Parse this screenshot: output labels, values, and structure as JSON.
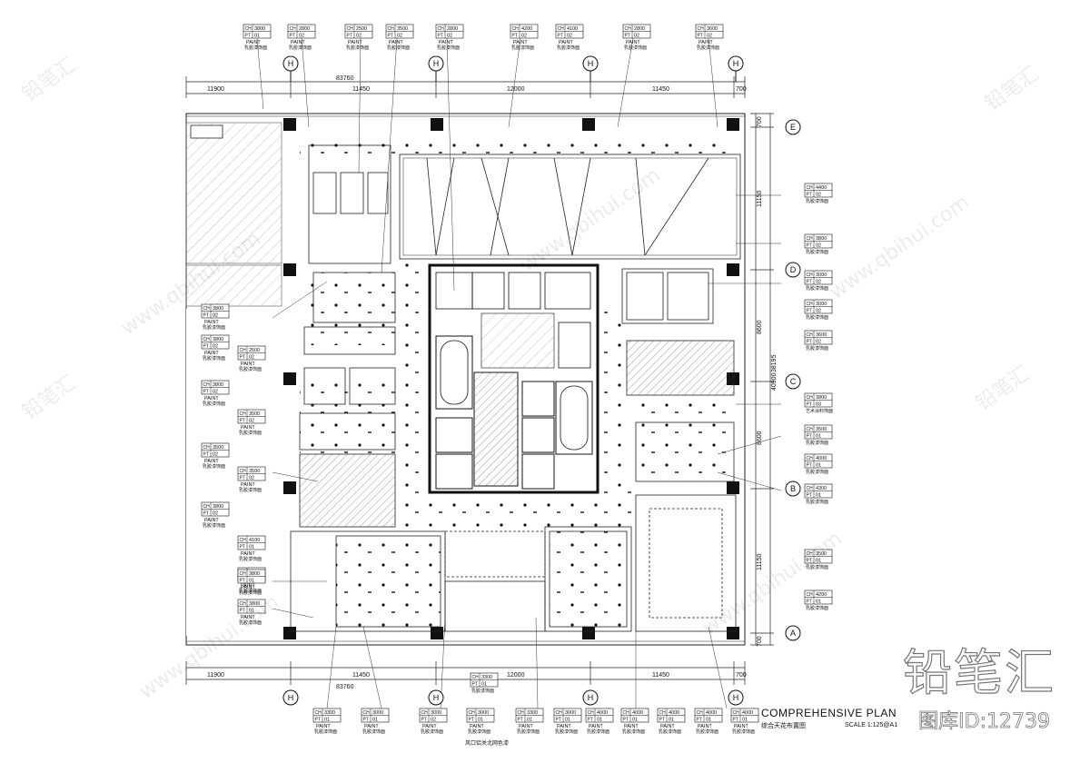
{
  "drawing": {
    "title": "COMPREHENSIVE PLAN",
    "subtitle": "综合天花布置图",
    "scale": "SCALE 1:125@A1",
    "bottom_note": "风口铝关北网色漆"
  },
  "watermark": {
    "brand": "铅笔汇",
    "id_text": "图库ID:12739",
    "url": "www.qbihui.com"
  },
  "grid_axes": {
    "top_labels": [
      "H",
      "H",
      "H",
      "H"
    ],
    "bottom_labels": [
      "H",
      "H",
      "H",
      "H"
    ],
    "right_labels": [
      "E",
      "D",
      "C",
      "B",
      "A"
    ]
  },
  "dimensions": {
    "top_overall": "83760",
    "top_spans": [
      "11900",
      "11450",
      "12000",
      "11450",
      "700"
    ],
    "bottom_overall": "83760",
    "bottom_spans": [
      "11900",
      "11450",
      "12000",
      "11450",
      "700"
    ],
    "right_spans": [
      "700",
      "11150",
      "8600",
      "8600",
      "11150",
      "700"
    ],
    "right_sub": [
      "38195",
      "40900"
    ]
  },
  "top_tags": [
    {
      "ch": "3800",
      "pt": "01",
      "t": "PAINT",
      "cn": "乳胶漆饰面"
    },
    {
      "ch": "2800",
      "pt": "02",
      "t": "PAINT",
      "cn": "乳胶漆饰面"
    },
    {
      "ch": "2500",
      "pt": "02",
      "t": "PAINT",
      "cn": "乳胶漆饰面"
    },
    {
      "ch": "3500",
      "pt": "02",
      "t": "PAINT",
      "cn": "乳胶漆饰面"
    },
    {
      "ch": "2800",
      "pt": "02",
      "t": "PAINT",
      "cn": "乳胶漆饰面"
    },
    {
      "ch": "4200",
      "pt": "02",
      "t": "PAINT",
      "cn": "乳胶漆饰面"
    },
    {
      "ch": "4100",
      "pt": "02",
      "t": "PAINT",
      "cn": "乳胶漆饰面"
    },
    {
      "ch": "2800",
      "pt": "02",
      "t": "PAINT",
      "cn": "乳胶漆饰面"
    },
    {
      "ch": "3600",
      "pt": "02",
      "t": "PAINT",
      "cn": "乳胶漆饰面"
    }
  ],
  "left_tags": [
    {
      "ch": "3800",
      "pt": "02",
      "t": "PAINT",
      "cn": "乳胶漆饰面"
    },
    {
      "ch": "3800",
      "pt": "02",
      "t": "PAINT",
      "cn": "乳胶漆饰面"
    },
    {
      "ch": "2500",
      "pt": "02",
      "t": "PAINT",
      "cn": "乳胶漆饰面"
    },
    {
      "ch": "3800",
      "pt": "02",
      "t": "PAINT",
      "cn": "乳胶漆饰面"
    },
    {
      "ch": "3500",
      "pt": "02",
      "t": "PAINT",
      "cn": "乳胶漆饰面"
    },
    {
      "ch": "3500",
      "pt": "02",
      "t": "PAINT",
      "cn": "乳胶漆饰面"
    },
    {
      "ch": "3500",
      "pt": "02",
      "t": "PAINT",
      "cn": "乳胶漆饰面"
    },
    {
      "ch": "3800",
      "pt": "02",
      "t": "PAINT",
      "cn": "乳胶漆饰面"
    },
    {
      "ch": "4100",
      "pt": "01",
      "t": "PAINT",
      "cn": "乳胶漆饰面"
    },
    {
      "ch": "3000",
      "pt": "01",
      "t": "PAINT",
      "cn": "乳胶漆饰面"
    },
    {
      "ch": "3800",
      "pt": "01",
      "t": "PAINT",
      "cn": "乳胶漆饰面"
    },
    {
      "ch": "3800",
      "pt": "01",
      "t": "PAINT",
      "cn": "乳胶漆饰面"
    }
  ],
  "right_tags": [
    {
      "ch": "4400",
      "pt": "02",
      "t": "",
      "cn": "乳胶漆饰面"
    },
    {
      "ch": "3800",
      "pt": "02",
      "t": "",
      "cn": "乳胶漆饰面"
    },
    {
      "ch": "3000",
      "pt": "02",
      "t": "",
      "cn": "乳胶漆饰面"
    },
    {
      "ch": "3000",
      "pt": "02",
      "t": "",
      "cn": "乳胶漆饰面"
    },
    {
      "ch": "3600",
      "pt": "02",
      "t": "",
      "cn": "乳胶漆饰面"
    },
    {
      "ch": "3800",
      "pt": "03",
      "t": "",
      "cn": "艺术涂料饰面"
    },
    {
      "ch": "3500",
      "pt": "01",
      "t": "",
      "cn": "乳胶漆饰面"
    },
    {
      "ch": "4000",
      "pt": "01",
      "t": "",
      "cn": "乳胶漆饰面"
    },
    {
      "ch": "4300",
      "pt": "01",
      "t": "",
      "cn": "乳胶漆饰面"
    },
    {
      "ch": "3500",
      "pt": "01",
      "t": "",
      "cn": "乳胶漆饰面"
    },
    {
      "ch": "4200",
      "pt": "01",
      "t": "",
      "cn": "乳胶漆饰面"
    }
  ],
  "bottom_tags": [
    {
      "ch": "3300",
      "pt": "01",
      "t": "PAINT",
      "cn": "乳胶漆饰面"
    },
    {
      "ch": "3000",
      "pt": "01",
      "t": "PAINT",
      "cn": "乳胶漆饰面"
    },
    {
      "ch": "3000",
      "pt": "02",
      "t": "PAINT",
      "cn": "乳胶漆饰面"
    },
    {
      "ch": "3000",
      "pt": "01",
      "t": "PAINT",
      "cn": "乳胶漆饰面"
    },
    {
      "ch": "3300",
      "pt": "01",
      "t": "PAINT",
      "cn": "乳胶漆饰面"
    },
    {
      "ch": "3000",
      "pt": "01",
      "t": "PAINT",
      "cn": "乳胶漆饰面"
    },
    {
      "ch": "4000",
      "pt": "01",
      "t": "PAINT",
      "cn": "乳胶漆饰面"
    },
    {
      "ch": "4000",
      "pt": "01",
      "t": "PAINT",
      "cn": "乳胶漆饰面"
    },
    {
      "ch": "4000",
      "pt": "01",
      "t": "PAINT",
      "cn": "乳胶漆饰面"
    },
    {
      "ch": "4000",
      "pt": "01",
      "t": "PAINT",
      "cn": "乳胶漆饰面"
    },
    {
      "ch": "4000",
      "pt": "01",
      "t": "PAINT",
      "cn": "乳胶漆饰面"
    }
  ],
  "inner_tag": {
    "ch": "3300",
    "pt": "01",
    "t": "",
    "cn": "乳胶漆饰面"
  }
}
